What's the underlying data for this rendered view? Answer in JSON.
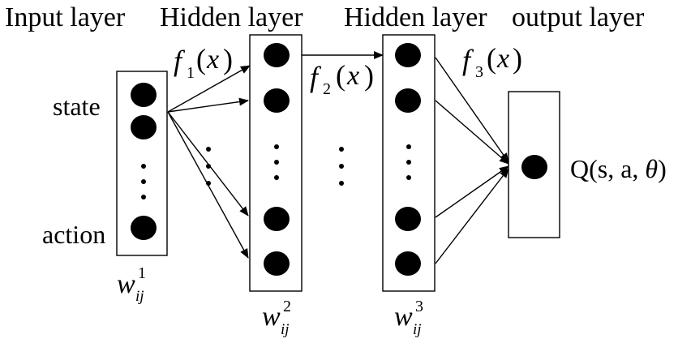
{
  "layers": {
    "input": "Input layer",
    "hidden1": "Hidden layer",
    "hidden2": "Hidden layer",
    "output": "output layer"
  },
  "inputs": {
    "state": "state",
    "action": "action"
  },
  "output_label": {
    "prefix": "Q(s, a, ",
    "theta": "θ",
    "suffix": ")"
  },
  "activations": [
    {
      "f": "f",
      "sub": "1",
      "arg": "x"
    },
    {
      "f": "f",
      "sub": "2",
      "arg": "x"
    },
    {
      "f": "f",
      "sub": "3",
      "arg": "x"
    }
  ],
  "weights": [
    {
      "w": "w",
      "sup": "1",
      "sub": "ij"
    },
    {
      "w": "w",
      "sup": "2",
      "sub": "ij"
    },
    {
      "w": "w",
      "sup": "3",
      "sub": "ij"
    }
  ]
}
